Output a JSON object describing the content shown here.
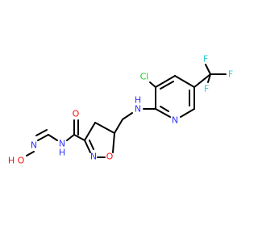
{
  "molecule": {
    "colors": {
      "carbon_bond": "#000000",
      "nitrogen": "#3333ff",
      "oxygen": "#ff0d0d",
      "chlorine": "#1fcc1f",
      "fluorine": "#33cccc"
    },
    "labels": {
      "f_top": "F",
      "f_right": "F",
      "f_lower": "F",
      "cl": "Cl",
      "nh_n": "N",
      "nh_h": "H",
      "pyridine_n": "N",
      "carbonyl_o": "O",
      "amide_n": "N",
      "amide_h": "H",
      "oxime_n": "N",
      "ring_n": "N",
      "ring_o": "O",
      "hydroxyl_h": "H",
      "hydroxyl_o": "O"
    }
  }
}
